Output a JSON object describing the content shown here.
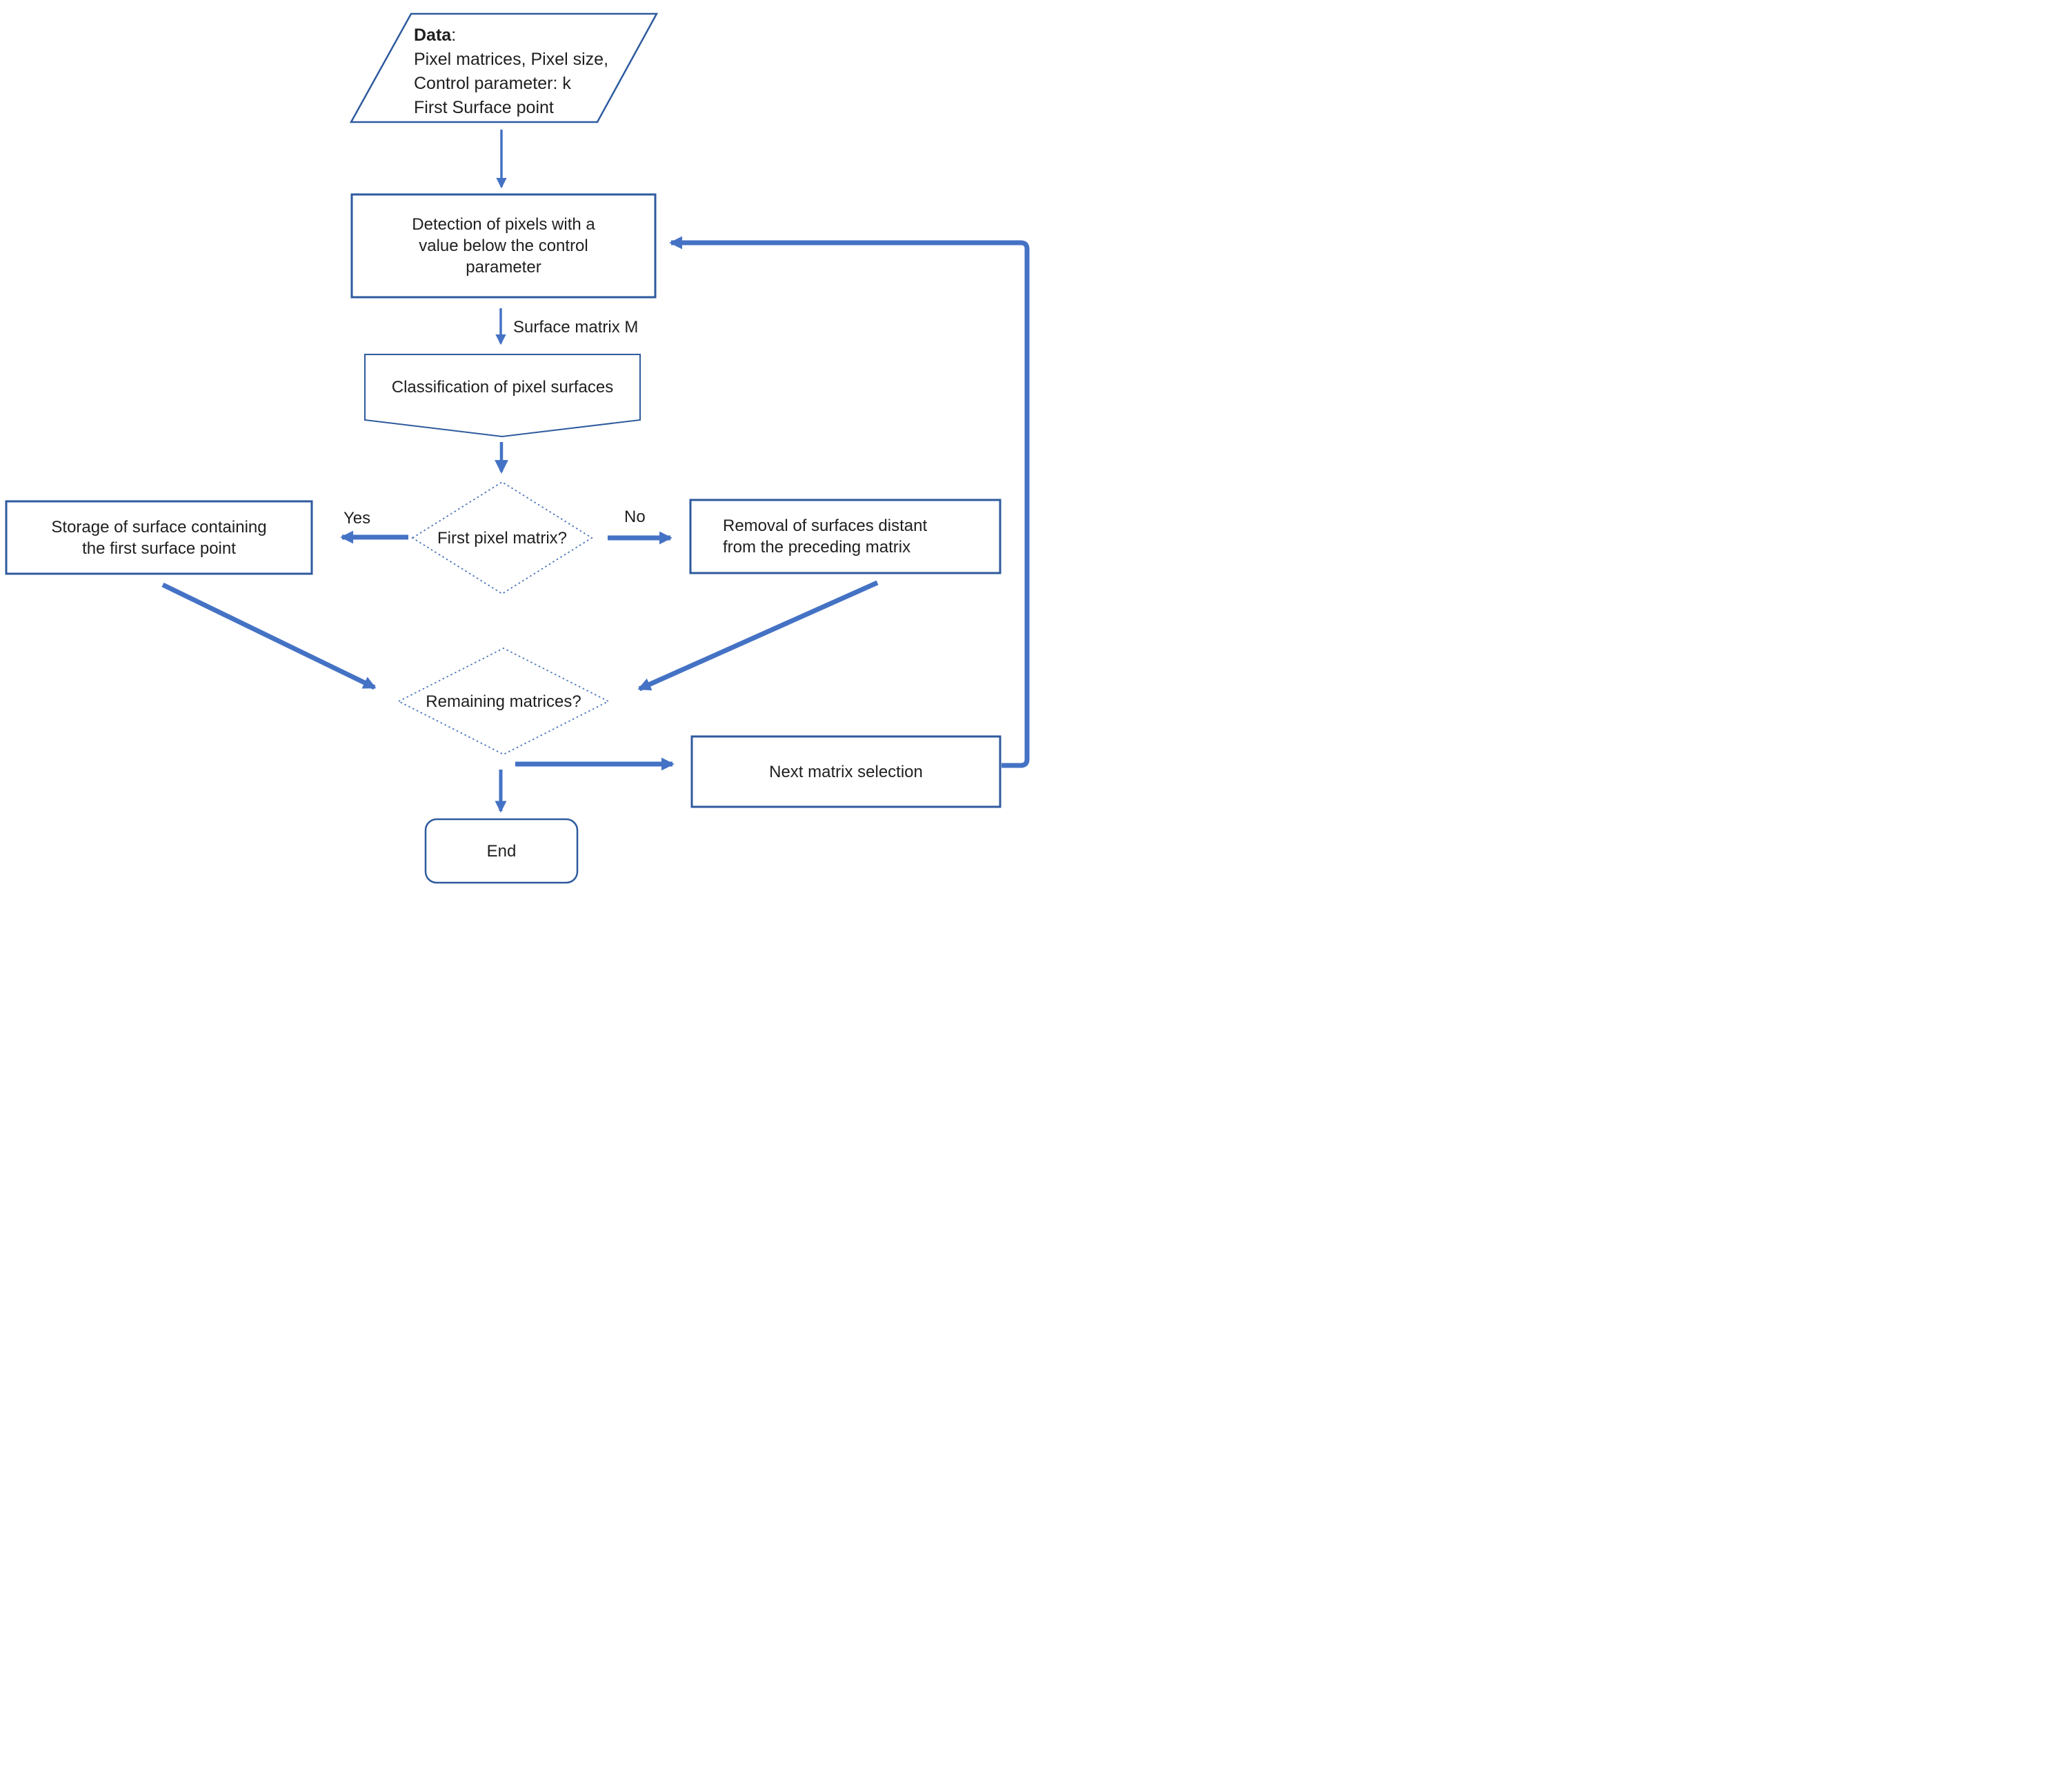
{
  "nodes": {
    "data_input": {
      "heading_bold": "Data",
      "heading_colon": ":",
      "lines": [
        "Pixel matrices, Pixel size,",
        "Control parameter: k",
        "First Surface point"
      ]
    },
    "detection": {
      "lines": [
        "Detection of pixels with a",
        "value below the control",
        "parameter"
      ]
    },
    "classification": {
      "label": "Classification of pixel surfaces"
    },
    "first_pixel_matrix": {
      "label": "First pixel matrix?"
    },
    "storage": {
      "lines": [
        "Storage of surface containing",
        "the first surface point"
      ]
    },
    "removal": {
      "lines": [
        "Removal of surfaces distant",
        "from the preceding matrix"
      ]
    },
    "remaining_matrices": {
      "label": "Remaining matrices?"
    },
    "next_matrix": {
      "label": "Next matrix selection"
    },
    "end": {
      "label": "End"
    }
  },
  "edge_labels": {
    "surface_matrix": "Surface matrix M",
    "yes": "Yes",
    "no": "No"
  },
  "edges": [
    {
      "from": "data_input",
      "to": "detection",
      "label": ""
    },
    {
      "from": "detection",
      "to": "classification",
      "label": "Surface matrix M"
    },
    {
      "from": "classification",
      "to": "first_pixel_matrix",
      "label": ""
    },
    {
      "from": "first_pixel_matrix",
      "to": "storage",
      "label": "Yes"
    },
    {
      "from": "first_pixel_matrix",
      "to": "removal",
      "label": "No"
    },
    {
      "from": "storage",
      "to": "remaining_matrices",
      "label": ""
    },
    {
      "from": "removal",
      "to": "remaining_matrices",
      "label": ""
    },
    {
      "from": "remaining_matrices",
      "to": "next_matrix",
      "label": ""
    },
    {
      "from": "remaining_matrices",
      "to": "end",
      "label": ""
    },
    {
      "from": "next_matrix",
      "to": "detection",
      "label": ""
    }
  ],
  "colors": {
    "node_border": "#2e5a9e",
    "diamond_border": "#4a74b8",
    "arrow": "#4472c4",
    "text": "#1f1f1f",
    "background": "#ffffff"
  }
}
